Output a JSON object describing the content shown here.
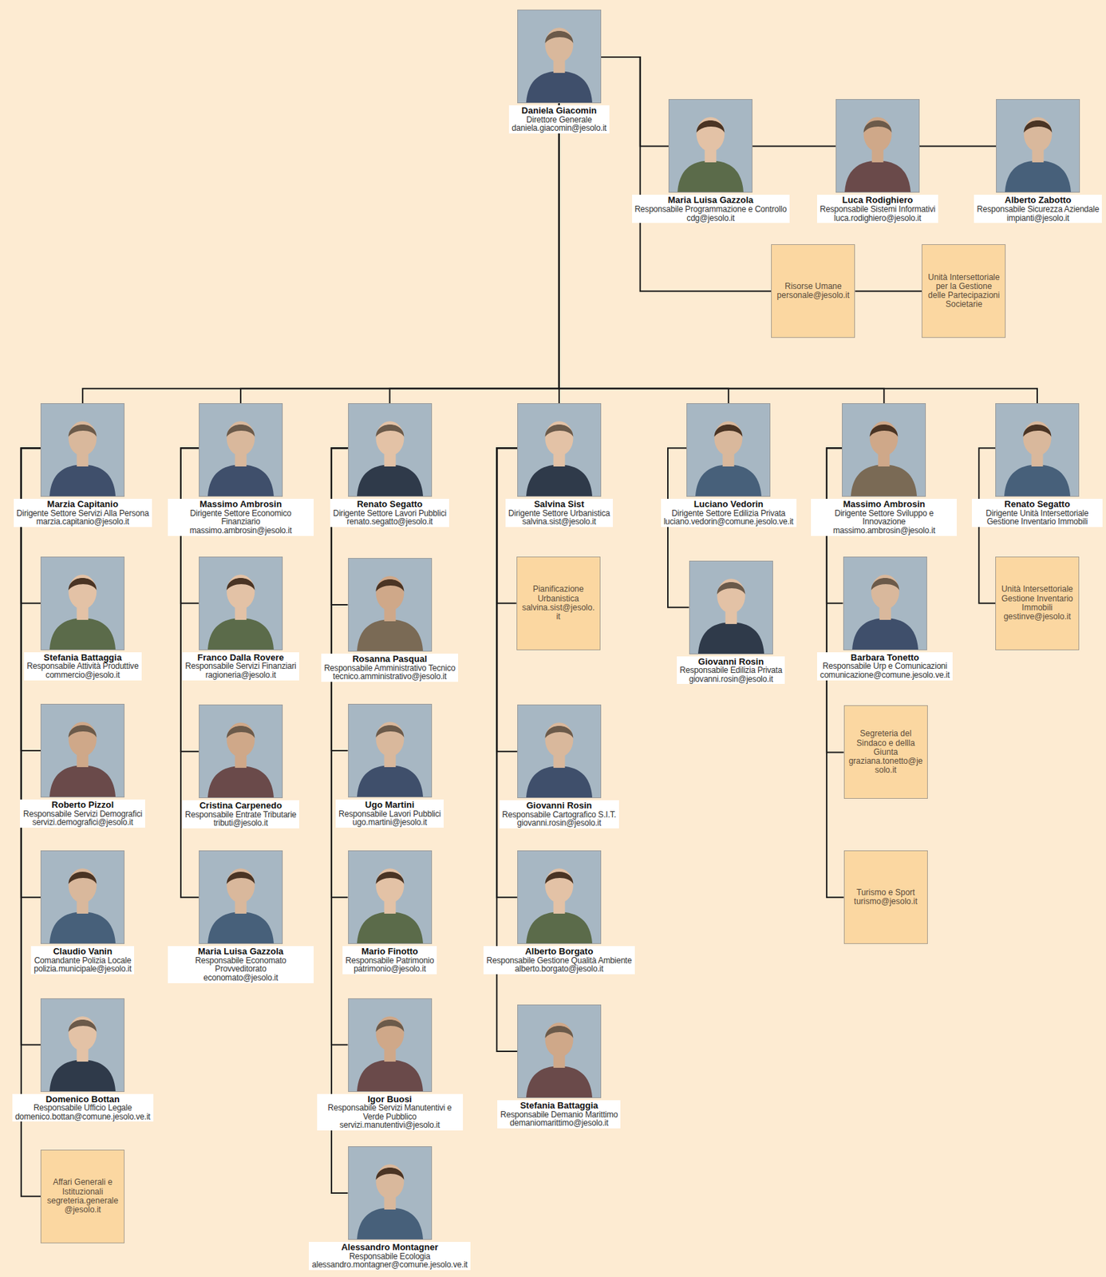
{
  "diagram": {
    "nodes": [
      {
        "text": [
          "Daniela Giacomin",
          "Direttore Generale",
          "daniela.giacomin@jesolo.it"
        ]
      },
      {
        "text": [
          "Maria Luisa Gazzola",
          "Responsabile Programmazione e Controllo",
          "cdg@jesolo.it"
        ]
      },
      {
        "text": [
          "Luca Rodighiero",
          "Responsabile Sistemi Informativi",
          "luca.rodighiero@jesolo.it"
        ]
      },
      {
        "text": [
          "Alberto Zabotto",
          "Responsabile Sicurezza Aziendale",
          "impianti@jesolo.it"
        ]
      },
      {
        "text": [
          "Risorse Umane personale@jesolo.it"
        ]
      },
      {
        "text": [
          "Unità Intersettoriale per la Gestione delle Partecipazioni Societarie"
        ]
      },
      {
        "text": [
          "Marzia Capitanio",
          "Dirigente Settore Servizi Alla Persona",
          "marzia.capitanio@jesolo.it"
        ]
      },
      {
        "text": [
          "Stefania Battaggia",
          "Responsabile Attività Produttive",
          "commercio@jesolo.it"
        ]
      },
      {
        "text": [
          "Roberto Pizzol",
          "Responsabile Servizi Demografici",
          "servizi.demografici@jesolo.it"
        ]
      },
      {
        "text": [
          "Claudio Vanin",
          "Comandante Polizia Locale",
          "polizia.municipale@jesolo.it"
        ]
      },
      {
        "text": [
          "Domenico Bottan",
          "Responsabile Ufficio Legale",
          "domenico.bottan@comune.jesolo.ve.it"
        ]
      },
      {
        "text": [
          "Affari Generali e Istituzionali segreteria.generale@jesolo.it"
        ]
      },
      {
        "text": [
          "Massimo Ambrosin",
          "Dirigente Settore Economico Finanziario",
          "massimo.ambrosin@jesolo.it"
        ]
      },
      {
        "text": [
          "Franco Dalla Rovere",
          "Responsabile Servizi Finanziari",
          "ragioneria@jesolo.it"
        ]
      },
      {
        "text": [
          "Cristina Carpenedo",
          "Responsabile Entrate Tributarie",
          "tributi@jesolo.it"
        ]
      },
      {
        "text": [
          "Maria Luisa Gazzola",
          "Responsabile Economato Provveditorato",
          "economato@jesolo.it"
        ]
      },
      {
        "text": [
          "Renato Segatto",
          "Dirigente Settore Lavori Pubblici",
          "renato.segatto@jesolo.it"
        ]
      },
      {
        "text": [
          "Rosanna Pasqual",
          "Responsabile Amministrativo Tecnico",
          "tecnico.amministrativo@jesolo.it"
        ]
      },
      {
        "text": [
          "Ugo Martini",
          "Responsabile Lavori Pubblici",
          "ugo.martini@jesolo.it"
        ]
      },
      {
        "text": [
          "Mario Finotto",
          "Responsabile Patrimonio",
          "patrimonio@jesolo.it"
        ]
      },
      {
        "text": [
          "Igor Buosi",
          "Responsabile Servizi Manutentivi e Verde Pubblico",
          "servizi.manutentivi@jesolo.it"
        ]
      },
      {
        "text": [
          "Alessandro Montagner",
          "Responsabile Ecologia",
          "alessandro.montagner@comune.jesolo.ve.it"
        ]
      },
      {
        "text": [
          "Salvina Sist",
          "Dirigente Settore Urbanistica",
          "salvina.sist@jesolo.it"
        ]
      },
      {
        "text": [
          "Pianificazione Urbanistica salvina.sist@jesolo.it"
        ]
      },
      {
        "text": [
          "Giovanni Rosin",
          "Responsabile Cartografico S.I.T.",
          "giovanni.rosin@jesolo.it"
        ]
      },
      {
        "text": [
          "Alberto Borgato",
          "Responsabile Gestione Qualità Ambiente",
          "alberto.borgato@jesolo.it"
        ]
      },
      {
        "text": [
          "Stefania Battaggia",
          "Responsabile Demanio Marittimo",
          "demaniomarittimo@jesolo.it"
        ]
      },
      {
        "text": [
          "Luciano Vedorin",
          "Dirigente Settore Edilizia Privata",
          "luciano.vedorin@comune.jesolo.ve.it"
        ]
      },
      {
        "text": [
          "Giovanni Rosin",
          "Responsabile Edilizia Privata",
          "giovanni.rosin@jesolo.it"
        ]
      },
      {
        "text": [
          "Massimo Ambrosin",
          "Dirigente Settore Sviluppo e Innovazione",
          "massimo.ambrosin@jesolo.it"
        ]
      },
      {
        "text": [
          "Barbara Tonetto",
          "Responsabile Urp e Comunicazioni",
          "comunicazione@comune.jesolo.ve.it"
        ]
      },
      {
        "text": [
          "Segreteria del Sindaco e dellla Giunta graziana.tonetto@jesolo.it"
        ]
      },
      {
        "text": [
          "Turismo e Sport turismo@jesolo.it"
        ]
      },
      {
        "text": [
          "Renato Segatto",
          "Dirigente Unità Intersettoriale Gestione Inventario Immobili"
        ]
      },
      {
        "text": [
          "Unità Intersettoriale Gestione Inventario Immobili gestinve@jesolo.it"
        ]
      }
    ],
    "edges": [
      {
        "from": 0,
        "to": 1,
        "arrow": "none"
      },
      {
        "from": 1,
        "to": 2,
        "arrow": "none"
      },
      {
        "from": 2,
        "to": 3,
        "arrow": "none"
      },
      {
        "from": 0,
        "to": 4,
        "arrow": "none"
      },
      {
        "from": 4,
        "to": 5,
        "arrow": "none"
      },
      {
        "from": 0,
        "to": 6,
        "arrow": "none"
      },
      {
        "from": 0,
        "to": 12,
        "arrow": "none"
      },
      {
        "from": 0,
        "to": 16,
        "arrow": "none"
      },
      {
        "from": 0,
        "to": 22,
        "arrow": "none"
      },
      {
        "from": 0,
        "to": 27,
        "arrow": "none"
      },
      {
        "from": 0,
        "to": 29,
        "arrow": "none"
      },
      {
        "from": 0,
        "to": 33,
        "arrow": "none"
      },
      {
        "from": 6,
        "to": 7,
        "arrow": "none"
      },
      {
        "from": 6,
        "to": 8,
        "arrow": "none"
      },
      {
        "from": 6,
        "to": 9,
        "arrow": "none"
      },
      {
        "from": 6,
        "to": 10,
        "arrow": "none"
      },
      {
        "from": 6,
        "to": 11,
        "arrow": "none"
      },
      {
        "from": 12,
        "to": 13,
        "arrow": "none"
      },
      {
        "from": 12,
        "to": 14,
        "arrow": "none"
      },
      {
        "from": 12,
        "to": 15,
        "arrow": "none"
      },
      {
        "from": 16,
        "to": 17,
        "arrow": "none"
      },
      {
        "from": 16,
        "to": 18,
        "arrow": "none"
      },
      {
        "from": 16,
        "to": 19,
        "arrow": "none"
      },
      {
        "from": 16,
        "to": 20,
        "arrow": "none"
      },
      {
        "from": 16,
        "to": 21,
        "arrow": "none"
      },
      {
        "from": 22,
        "to": 23,
        "arrow": "none"
      },
      {
        "from": 22,
        "to": 24,
        "arrow": "none"
      },
      {
        "from": 22,
        "to": 25,
        "arrow": "none"
      },
      {
        "from": 22,
        "to": 26,
        "arrow": "none"
      },
      {
        "from": 27,
        "to": 28,
        "arrow": "none"
      },
      {
        "from": 29,
        "to": 30,
        "arrow": "none"
      },
      {
        "from": 29,
        "to": 31,
        "arrow": "none"
      },
      {
        "from": 29,
        "to": 32,
        "arrow": "none"
      },
      {
        "from": 33,
        "to": 34,
        "arrow": "none"
      }
    ]
  }
}
